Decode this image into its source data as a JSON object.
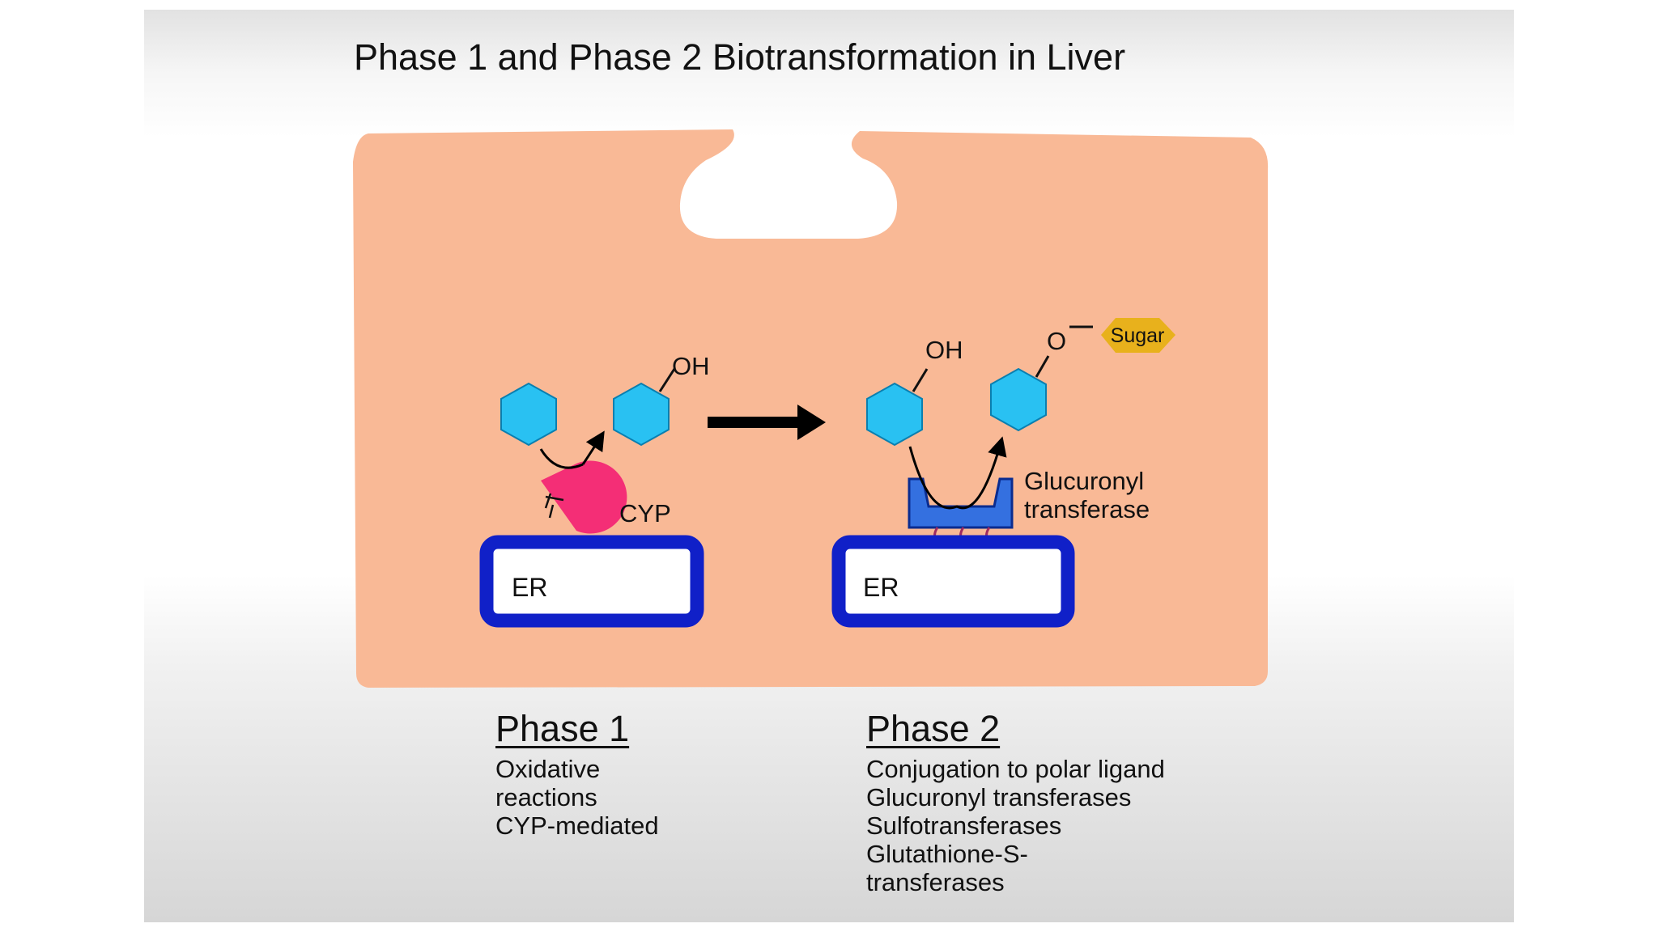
{
  "title": "Phase 1 and Phase 2 Biotransformation in Liver",
  "phase1": {
    "substituent": "OH",
    "enzyme_label": "CYP",
    "organelle_label": "ER",
    "heading": "Phase 1",
    "lines": [
      "Oxidative",
      "reactions",
      "CYP-mediated"
    ]
  },
  "phase2": {
    "substituent": "OH",
    "linker": "O",
    "conjugate_label": "Sugar",
    "enzyme_label_lines": [
      "Glucuronyl",
      "transferase"
    ],
    "organelle_label": "ER",
    "heading": "Phase 2",
    "lines": [
      "Conjugation to polar ligand",
      "Glucuronyl transferases",
      "Sulfotransferases",
      "Glutathione-S-",
      "transferases"
    ]
  },
  "colors": {
    "cell": "#f9b996",
    "ring": "#29c1f2",
    "er_border": "#1020c8",
    "cyp": "#f42e76",
    "transferase": "#3470e0",
    "sugar": "#e8b11c",
    "anchor": "#a02a60"
  }
}
